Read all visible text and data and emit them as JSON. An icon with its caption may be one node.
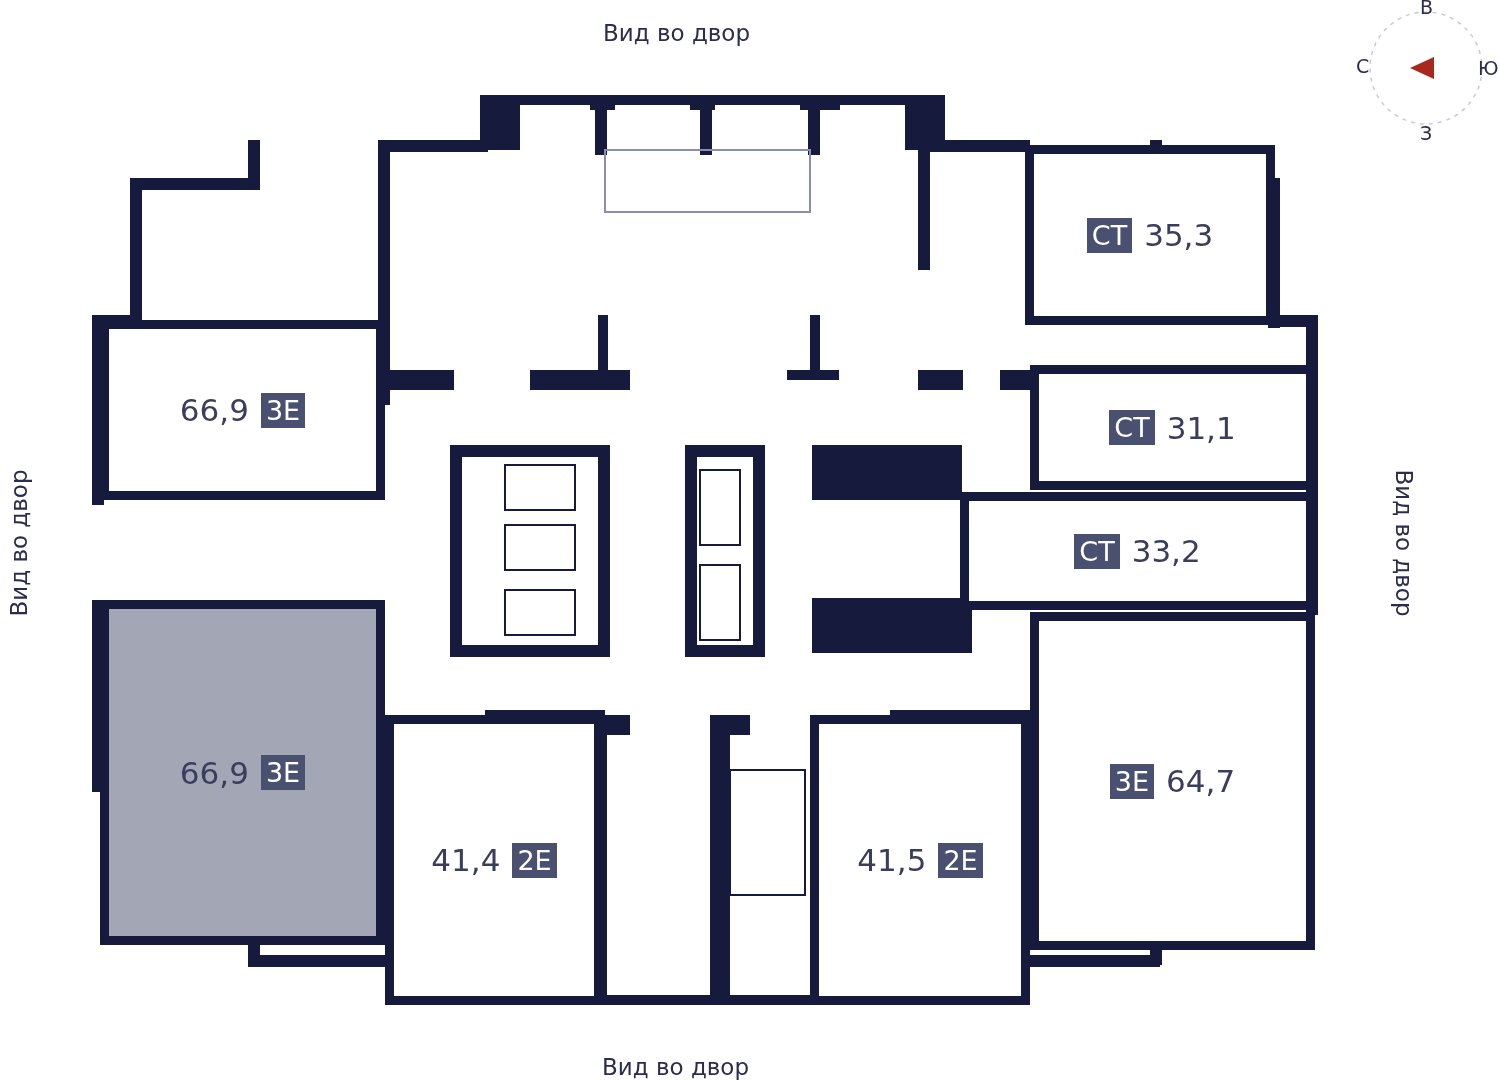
{
  "diagram": {
    "nodes": [
      {
        "text": [
          "СТ",
          "35,3"
        ]
      },
      {
        "text": [
          "66,9",
          "3Е"
        ]
      },
      {
        "text": [
          "СТ",
          "31,1"
        ]
      },
      {
        "text": [
          "СТ",
          "33,2"
        ]
      },
      {
        "text": [
          "66,9",
          "3Е"
        ]
      },
      {
        "text": [
          "3Е",
          "64,7"
        ]
      },
      {
        "text": [
          "41,4",
          "2Е"
        ]
      },
      {
        "text": [
          "41,5",
          "2Е"
        ]
      }
    ],
    "edges": [],
    "labels": [
      "В",
      "Вид во двор",
      "С",
      "Ю",
      "З",
      "Вид во двор",
      "Вид во двор",
      "Вид во двор"
    ]
  }
}
